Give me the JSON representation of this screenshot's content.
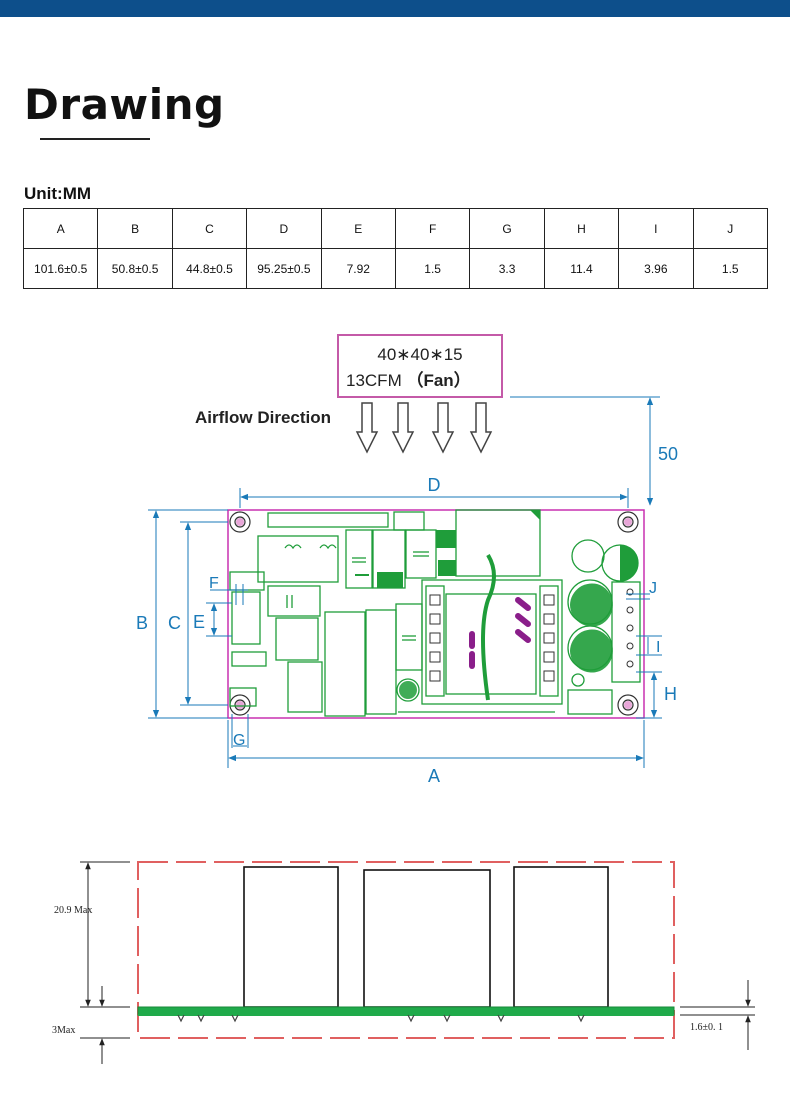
{
  "header": {
    "title": "Drawing",
    "unit_label": "Unit:MM"
  },
  "dimension_table": {
    "headers": [
      "A",
      "B",
      "C",
      "D",
      "E",
      "F",
      "G",
      "H",
      "I",
      "J"
    ],
    "values": [
      "101.6±0.5",
      "50.8±0.5",
      "44.8±0.5",
      "95.25±0.5",
      "7.92",
      "1.5",
      "3.3",
      "11.4",
      "3.96",
      "1.5"
    ]
  },
  "top_view": {
    "fan_line1": "40∗40∗15",
    "fan_line2_prefix": "13CFM ",
    "fan_line2_suffix": "（Fan）",
    "airflow_label": "Airflow Direction",
    "fan_clearance": "50",
    "dim_labels": {
      "A": "A",
      "B": "B",
      "C": "C",
      "D": "D",
      "E": "E",
      "F": "F",
      "G": "G",
      "H": "H",
      "I": "I",
      "J": "J"
    },
    "colors": {
      "dimension": "#1a7ab8",
      "pcb_outline": "#c830b0",
      "silkscreen": "#1f9d3a",
      "fan_box": "#c45aa8"
    }
  },
  "side_view": {
    "height_label": "20.9 Max",
    "bottom_label": "3Max",
    "board_label": "1.6±0. 1",
    "colors": {
      "envelope": "#e06060",
      "board": "#1faa4a"
    }
  }
}
